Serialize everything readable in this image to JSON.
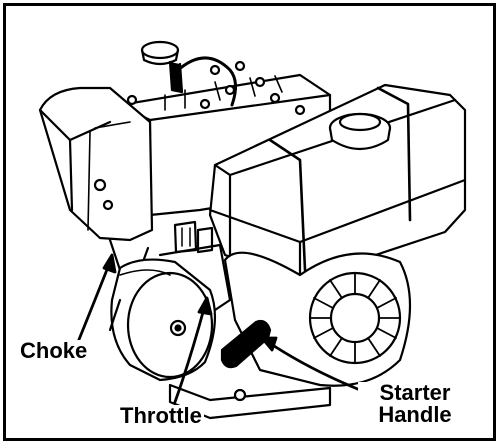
{
  "labels": {
    "choke": "Choke",
    "throttle": "Throttle",
    "starter_line1": "Starter",
    "starter_line2": "Handle"
  },
  "colors": {
    "ink": "#000000",
    "paper": "#ffffff"
  }
}
